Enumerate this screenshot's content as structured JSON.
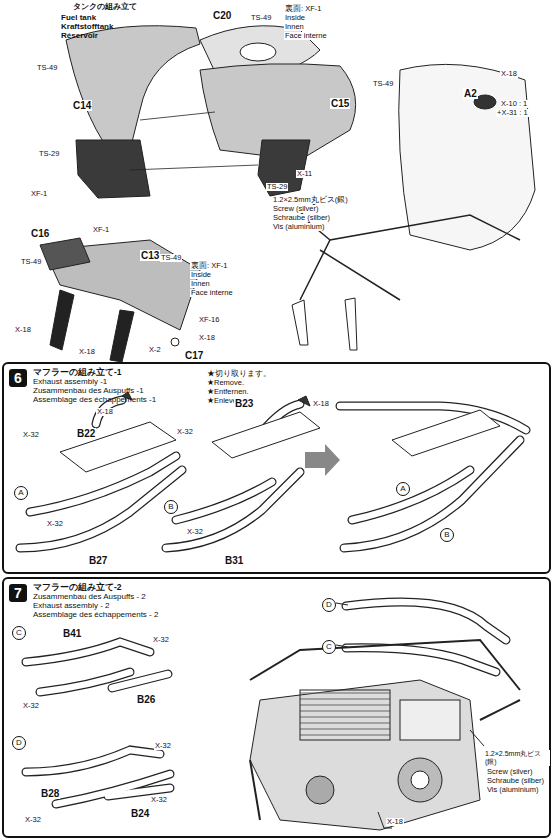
{
  "diagram": {
    "nodes": [
      {
        "text": [
          "6",
          "マフラーの組み立て-1",
          "Exhaust assembly -1",
          "Zusammenbau des Auspuffs -1",
          "Assemblage des échappements -1"
        ]
      },
      {
        "text": [
          "7",
          "マフラーの組み立て-2",
          "Zusammenbau des Auspuffs - 2",
          "Exhaust assembly - 2",
          "Assemblage des échappements - 2"
        ]
      }
    ],
    "labels": [
      "タンクの組み立て",
      "Fuel tank",
      "Kraftstofftank",
      "Réservoir",
      "C20",
      "TS-49",
      "裏面: XF-1",
      "Inside",
      "Innen",
      "Face interne",
      "C14",
      "TS-49",
      "C15",
      "TS-49",
      "TS-29",
      "XF-1",
      "X-11",
      "TS-29",
      "A2",
      "X-18",
      "X-10 : 1",
      "+X-31 : 1",
      "1.2×2.5mm丸ビス(銀)",
      "Screw (silver)",
      "Schraube (silber)",
      "Vis (aluminium)",
      "C16",
      "XF-1",
      "TS-49",
      "C13",
      "TS-49",
      "裏面: XF-1",
      "Inside",
      "Innen",
      "Face interne",
      "XF-16",
      "X-18",
      "X-2",
      "C17",
      "X-18",
      "X-18",
      "★切り取ります。",
      "★Remove.",
      "★Entfernen.",
      "★Enlever.",
      "X-18",
      "B22",
      "X-32",
      "A",
      "X-32",
      "B27",
      "B23",
      "X-32",
      "X-18",
      "B",
      "X-32",
      "B31",
      "A",
      "B",
      "C",
      "B41",
      "X-32",
      "X-32",
      "B26",
      "D",
      "B28",
      "X-32",
      "B24",
      "X-32",
      "X-32",
      "D",
      "C",
      "1.2×2.5mm丸ビス(銀)",
      "Screw (silver)",
      "Schraube (silber)",
      "Vis (aluminium)",
      "X-18"
    ]
  }
}
